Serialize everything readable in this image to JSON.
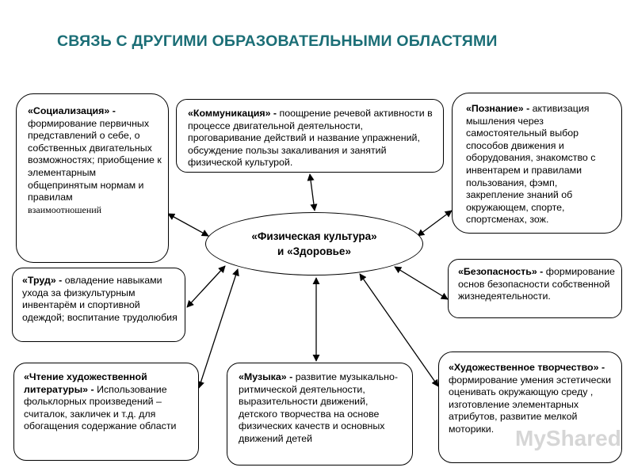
{
  "title": "СВЯЗЬ С ДРУГИМИ ОБРАЗОВАТЕЛЬНЫМИ ОБЛАСТЯМИ",
  "center": {
    "line1": "«Физическая культура»",
    "line2": "и «Здоровье»"
  },
  "boxes": {
    "socialization": {
      "label": "«Социализация»",
      "sep": " - ",
      "text": "формирование первичных представлений о себе, о собственных двигательных возможностях; приобщение к элементарным общепринятым нормам и правилам",
      "tail": "взаимоотношений"
    },
    "communication": {
      "label": "«Коммуникация»",
      "sep": " - ",
      "text": "поощрение речевой активности в процессе двигательной деятельности, проговаривание действий и название упражнений, обсуждение пользы закаливания и занятий физической культурой."
    },
    "cognition": {
      "label": "«Познание»",
      "sep": " - ",
      "text": "активизация мышления через самостоятельный выбор способов движения и оборудования, знакомство с инвентарем и правилами пользования, фэмп, закрепление знаний об окружающем, спорте, спортсменах, зож."
    },
    "labor": {
      "label": "«Труд»",
      "sep": " - ",
      "text": "овладение навыками ухода за физкультурным инвентарём и спортивной одеждой; воспитание трудолюбия"
    },
    "safety": {
      "label": "«Безопасность»",
      "sep": " - ",
      "text": "формирование основ безопасности собственной жизнедеятельности."
    },
    "reading": {
      "label": "«Чтение художественной литературы»",
      "sep": " - ",
      "text": "Использование фольклорных произведений – считалок, закличек и т.д. для обогащения содержание области"
    },
    "music": {
      "label": "«Музыка»",
      "sep": " - ",
      "text": "развитие музыкально-ритмической деятельности, выразительности движений, детского творчества на основе физических качеств и основных движений детей"
    },
    "art": {
      "label": "«Художественное творчество»",
      "sep": " - ",
      "text": "формирование умения эстетически оценивать окружающую среду , изготовление элементарных атрибутов, развитие мелкой моторики."
    }
  },
  "watermark": "MyShared"
}
